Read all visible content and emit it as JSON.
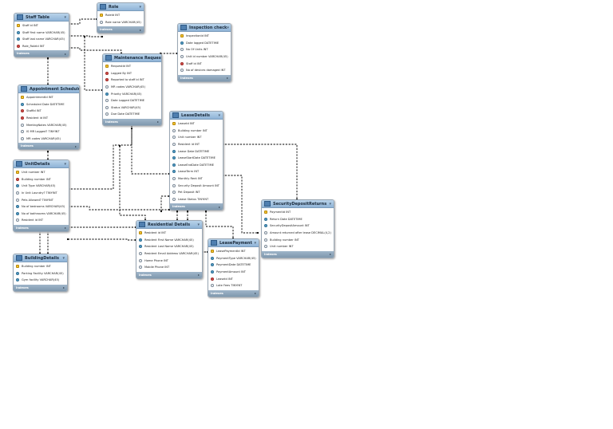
{
  "tables": [
    {
      "id": "staff",
      "title": "Staff Table",
      "footer": "Indexes",
      "cols": [
        {
          "name": "Staff id INT",
          "kind": "pk"
        },
        {
          "name": "Staff first name VARCHAR(45)",
          "kind": "nn"
        },
        {
          "name": "Staff last name VARCHAR(45)",
          "kind": "nn"
        },
        {
          "name": "Role_RoleId INT",
          "kind": "fk"
        }
      ]
    },
    {
      "id": "role",
      "title": "Role",
      "footer": "Indexes",
      "cols": [
        {
          "name": "RoleId INT",
          "kind": "pk"
        },
        {
          "name": "Role name VARCHAR(45)",
          "kind": "op"
        }
      ]
    },
    {
      "id": "inspection",
      "title": "Inspection check",
      "footer": "Indexes",
      "cols": [
        {
          "name": "InspectionId INT",
          "kind": "pk"
        },
        {
          "name": "Date logged DATETIME",
          "kind": "nn"
        },
        {
          "name": "No Of Units INT",
          "kind": "op"
        },
        {
          "name": "Unit id number VARCHAR(45)",
          "kind": "op"
        },
        {
          "name": "Staff id INT",
          "kind": "fk"
        },
        {
          "name": "No of devices damaged INT",
          "kind": "op"
        }
      ]
    },
    {
      "id": "maintenance",
      "title": "Maintenance Requests",
      "footer": "Indexes",
      "cols": [
        {
          "name": "RequestId INT",
          "kind": "pk"
        },
        {
          "name": "Logged By INT",
          "kind": "fk"
        },
        {
          "name": "Reported to staff id INT",
          "kind": "fk"
        },
        {
          "name": "MR codes VARCHAR(45)",
          "kind": "op"
        },
        {
          "name": "Priority VARCHAR(45)",
          "kind": "nn"
        },
        {
          "name": "Date Logged DATETIME",
          "kind": "op"
        },
        {
          "name": "Status VARCHAR(45)",
          "kind": "op"
        },
        {
          "name": "Due Date DATETIME",
          "kind": "op"
        }
      ]
    },
    {
      "id": "appointment",
      "title": "Appointment Schedules",
      "footer": "Indexes",
      "cols": [
        {
          "name": "AppointmentId INT",
          "kind": "pk"
        },
        {
          "name": "Scheduled Date DATETIME",
          "kind": "nn"
        },
        {
          "name": "StaffId INT",
          "kind": "fk"
        },
        {
          "name": "Resident id INT",
          "kind": "fk"
        },
        {
          "name": "MeetingNotes VARCHAR(45)",
          "kind": "op"
        },
        {
          "name": "IS MR Logged? TINYINT",
          "kind": "op"
        },
        {
          "name": "MR codes VARCHAR(45)",
          "kind": "op"
        }
      ]
    },
    {
      "id": "lease",
      "title": "LeaseDetails",
      "footer": "Indexes",
      "cols": [
        {
          "name": "LeaseId INT",
          "kind": "pk"
        },
        {
          "name": "Building number INT",
          "kind": "op"
        },
        {
          "name": "Unit number INT",
          "kind": "op"
        },
        {
          "name": "Resident id INT",
          "kind": "op"
        },
        {
          "name": "Lease Date DATETIME",
          "kind": "nn"
        },
        {
          "name": "LeaseStartDate DATETIME",
          "kind": "nn"
        },
        {
          "name": "LeaseEndDate DATETIME",
          "kind": "nn"
        },
        {
          "name": "LeaseTerm INT",
          "kind": "nn"
        },
        {
          "name": "Monthly Rent INT",
          "kind": "op"
        },
        {
          "name": "Security Deposit Amount INT",
          "kind": "op"
        },
        {
          "name": "Pet Deposit INT",
          "kind": "op"
        },
        {
          "name": "Lease Status TINYINT",
          "kind": "op"
        }
      ]
    },
    {
      "id": "unit",
      "title": "UnitDetails",
      "footer": "Indexes",
      "cols": [
        {
          "name": "Unit number INT",
          "kind": "pk"
        },
        {
          "name": "Building number INT",
          "kind": "fk"
        },
        {
          "name": "Unit Type VARCHAR(45)",
          "kind": "nn"
        },
        {
          "name": "In Unit Laundry? TINYINT",
          "kind": "op"
        },
        {
          "name": "Pets Allowed? TINYINT",
          "kind": "op"
        },
        {
          "name": "No of bedrooms VARCHAR(45)",
          "kind": "nn"
        },
        {
          "name": "No of bathrooms VARCHAR(45)",
          "kind": "nn"
        },
        {
          "name": "Resident id INT",
          "kind": "op"
        }
      ]
    },
    {
      "id": "resident",
      "title": "Residential Details",
      "footer": "Indexes",
      "cols": [
        {
          "name": "Resident id INT",
          "kind": "pk"
        },
        {
          "name": "Resident First Name VARCHAR(45)",
          "kind": "nn"
        },
        {
          "name": "Resident Last Name VARCHAR(45)",
          "kind": "nn"
        },
        {
          "name": "Resident Email Address VARCHAR(45)",
          "kind": "op"
        },
        {
          "name": "Home Phone INT",
          "kind": "op"
        },
        {
          "name": "Mobile Phone INT",
          "kind": "op"
        }
      ]
    },
    {
      "id": "payment",
      "title": "LeasePayment",
      "footer": "Indexes",
      "cols": [
        {
          "name": "LeasePaymentId INT",
          "kind": "pk"
        },
        {
          "name": "PaymentType VARCHAR(45)",
          "kind": "nn"
        },
        {
          "name": "PaymentDate DATETIME",
          "kind": "nn"
        },
        {
          "name": "PaymentAmount INT",
          "kind": "nn"
        },
        {
          "name": "LeaseId INT",
          "kind": "fk"
        },
        {
          "name": "Late Fees TINYINT",
          "kind": "op"
        }
      ]
    },
    {
      "id": "deposit",
      "title": "SecurityDepositReturns",
      "footer": "Indexes",
      "cols": [
        {
          "name": "PaymentId INT",
          "kind": "pk"
        },
        {
          "name": "Return Date DATETIME",
          "kind": "nn"
        },
        {
          "name": "SecurityDepositAmount INT",
          "kind": "nn"
        },
        {
          "name": "Amount returned after lease DECIMAL(4,2)",
          "kind": "op"
        },
        {
          "name": "Building number INT",
          "kind": "op"
        },
        {
          "name": "Unit number INT",
          "kind": "op"
        }
      ]
    },
    {
      "id": "building",
      "title": "BuildingDetails",
      "footer": "Indexes",
      "cols": [
        {
          "name": "Building number INT",
          "kind": "pk"
        },
        {
          "name": "Parking Facility VARCHAR(45)",
          "kind": "nn"
        },
        {
          "name": "Gym facility VARCHAR(45)",
          "kind": "nn"
        }
      ]
    }
  ],
  "colors": {
    "header": "#8fb3d6",
    "footer": "#7f98ae",
    "line": "#000000"
  }
}
